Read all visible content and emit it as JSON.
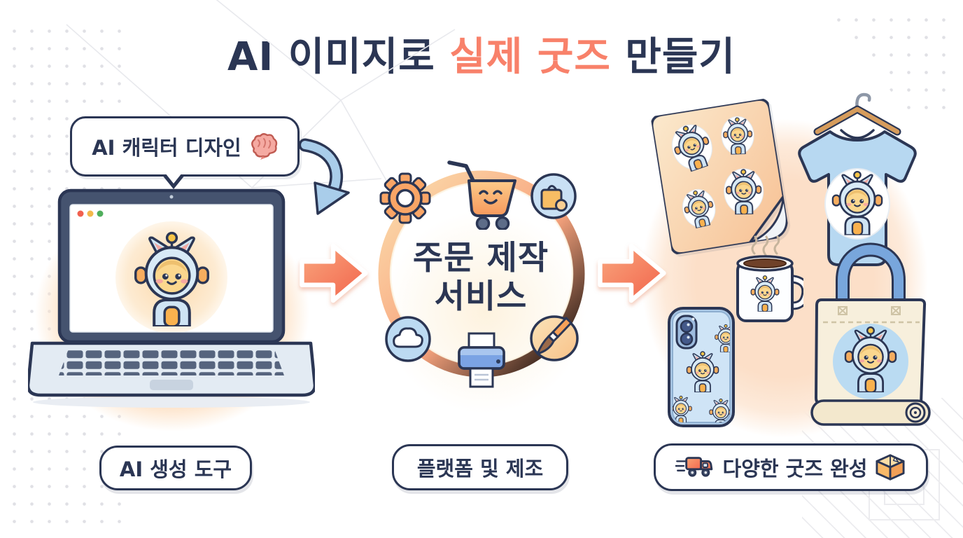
{
  "title": {
    "prefix": "AI 이미지로 ",
    "accent": "실제 굿즈",
    "suffix": " 만들기"
  },
  "colors": {
    "navy": "#2b3654",
    "accent_coral": "#f8816a",
    "arrow_orange": "#f4745a",
    "peach_background": "#fcdfc8",
    "light_blue": "#b7d8f1"
  },
  "step1": {
    "bubble_label": "AI 캐릭터 디자인",
    "bubble_icon": "brain-icon",
    "illustration": "laptop-with-ai-character",
    "caption": "AI 생성 도구"
  },
  "step2": {
    "hub_line1": "주문 제작",
    "hub_line2": "서비스",
    "ring_icons": [
      "gear",
      "shopping-cart",
      "shopping-bag",
      "cloud",
      "printer",
      "paintbrush"
    ],
    "caption": "플랫폼 및 제조"
  },
  "step3": {
    "goods": [
      "sticker-sheet",
      "t-shirt",
      "coffee-mug",
      "phone-case",
      "tote-bag"
    ],
    "caption": "다양한 굿즈 완성",
    "caption_icons": [
      "delivery-truck",
      "package-box"
    ]
  }
}
